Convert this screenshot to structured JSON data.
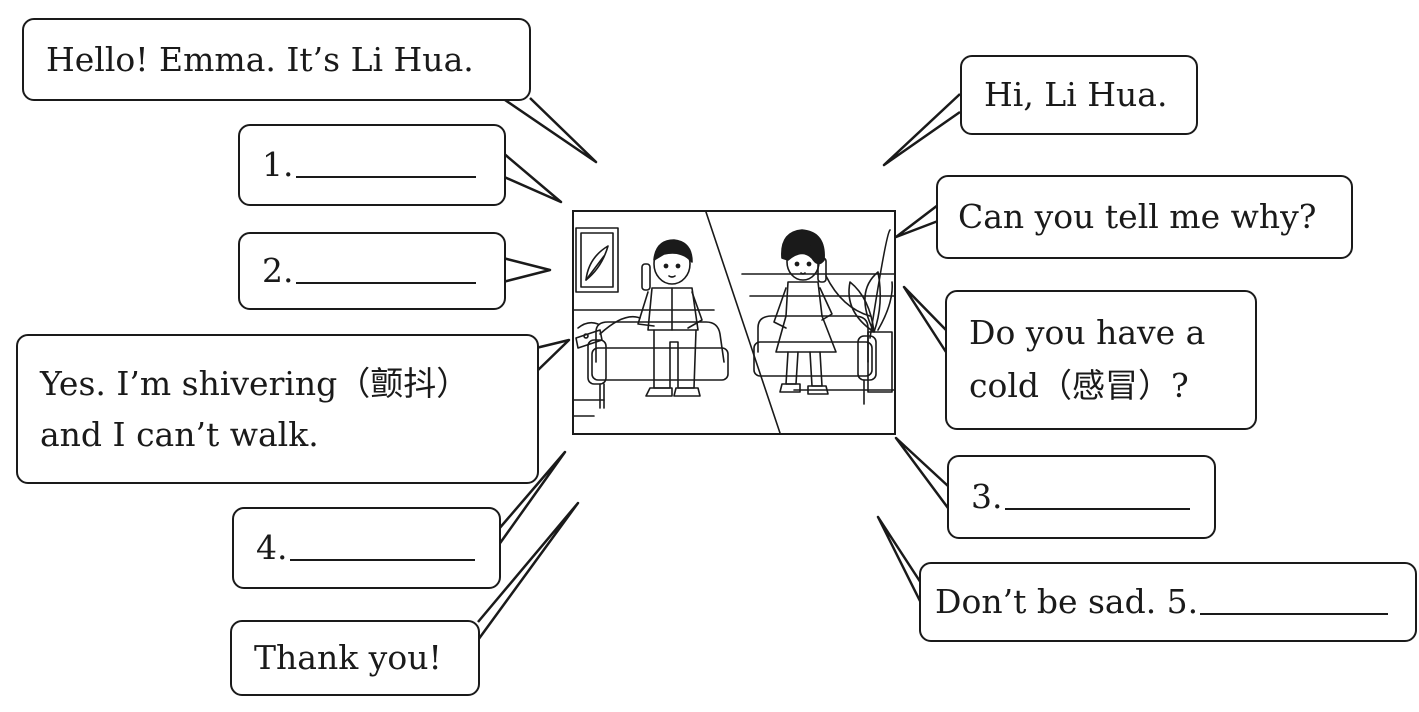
{
  "bubbles": {
    "hello": "Hello! Emma. It’s Li Hua.",
    "blank1": "1.",
    "blank2": "2.",
    "shiver_line1": "Yes. I’m shivering（颤抖）",
    "shiver_line2": "and I can’t walk.",
    "blank4": "4.",
    "thanks": "Thank you!",
    "hi": "Hi, Li Hua.",
    "why": "Can you tell me why?",
    "cold_line1": "Do you have a",
    "cold_line2": "cold（感冒）?",
    "blank3": "3.",
    "sad": "Don’t be sad. 5."
  },
  "scene": {
    "left_character": "boy on phone (Li Hua)",
    "right_character": "girl on phone (Emma)"
  }
}
